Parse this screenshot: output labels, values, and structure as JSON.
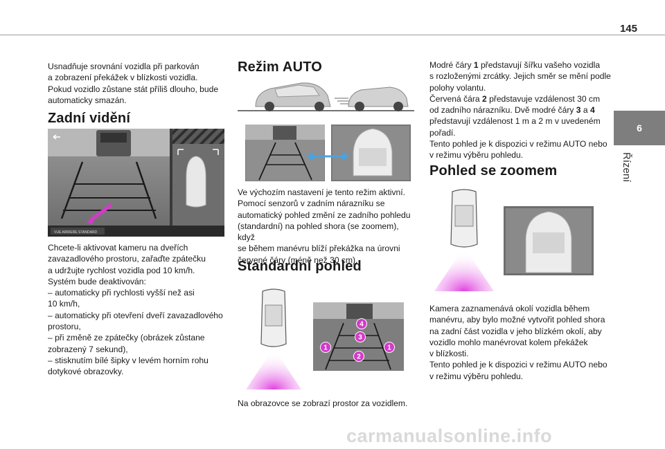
{
  "page_number": "145",
  "chapter_tab": {
    "number": "6",
    "label": "Řízení"
  },
  "col1": {
    "intro": "Usnadňuje srovnání vozidla při parkován\na zobrazení překážek v blízkosti vozidla.\nPokud vozidlo zůstane stát příliš dlouho, bude\nautomaticky smazán.",
    "heading": "Zadní vidění",
    "screen_label": "VUE ARRIERE STANDARD",
    "body": "Chcete-li aktivovat kameru na dveřích\nzavazadlového prostoru, zařaďte zpátečku\na udržujte rychlost vozidla pod 10 km/h.\nSystém bude deaktivován:\n–  automaticky při rychlosti vyšší než asi\n10 km/h,\n–  automaticky při otevření dveří zavazadlového\nprostoru,\n–  při změně ze zpátečky (obrázek zůstane\nzobrazený 7 sekund),\n–  stisknutím bílé šipky v levém horním rohu\ndotykové obrazovky."
  },
  "col2": {
    "heading_auto": "Režim AUTO",
    "auto_text": "Ve výchozím nastavení je tento režim aktivní.\nPomocí senzorů v zadním nárazníku se\nautomatický pohled změní ze zadního pohledu\n(standardní) na pohled shora (se zoomem), když\nse během manévru blíží překážka na úrovni\nčervené čáry (méně než 30 cm).",
    "heading_std": "Standardní pohled",
    "callouts": [
      "4",
      "3",
      "1",
      "2",
      "1"
    ],
    "std_caption": "Na obrazovce se zobrazí prostor za vozidlem."
  },
  "col3": {
    "text_parts": {
      "p1a": "Modré čáry ",
      "p1b": "1",
      "p1c": " představují šířku vašeho vozidla\ns rozloženými zrcátky. Jejich směr se mění podle\npolohy volantu.\nČervená čára ",
      "p1d": "2",
      "p1e": " představuje vzdálenost 30 cm\nod zadního nárazníku. Dvě modré čáry ",
      "p1f": "3",
      "p1g": " a ",
      "p1h": "4",
      "p1i": "\npředstavují vzdálenost 1 m a 2 m v uvedeném\npořadí.\nTento pohled je k dispozici v režimu AUTO nebo\nv režimu výběru pohledu."
    },
    "heading_zoom": "Pohled se zoomem",
    "zoom_text": "Kamera zaznamenává okolí vozidla během\nmanévru, aby bylo možné vytvořit pohled shora\nna zadní část vozidla v jeho blízkém okolí, aby\nvozidlo mohlo manévrovat kolem překážek\nv blízkosti.\nTento pohled je k dispozici v režimu AUTO nebo\nv režimu výběru pohledu."
  },
  "watermark": "carmanualsonline.info",
  "colors": {
    "accent_magenta": "#e040e0",
    "callout_magenta": "#d23cc8",
    "arrow_blue": "#4aa3e0",
    "tab_gray": "#7e7e7e"
  }
}
